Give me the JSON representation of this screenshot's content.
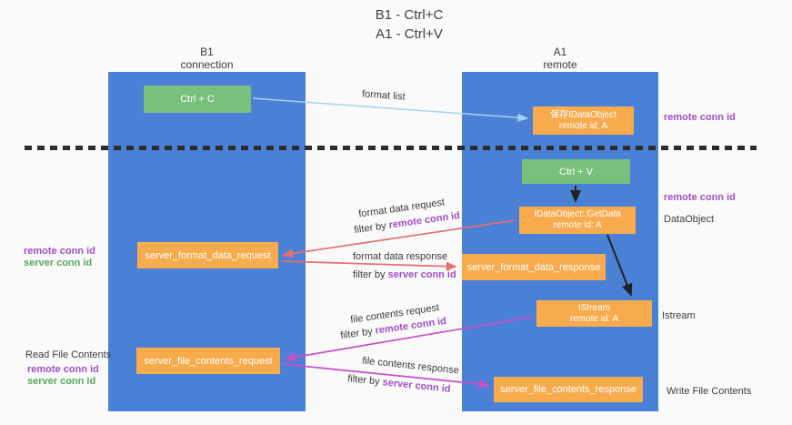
{
  "title": {
    "line1": "B1 - Ctrl+C",
    "line2": "A1 - Ctrl+V"
  },
  "lanes": {
    "left": {
      "name": "B1",
      "role": "connection"
    },
    "right": {
      "name": "A1",
      "role": "remote"
    }
  },
  "nodes": {
    "ctrl_c": {
      "label": "Ctrl + C"
    },
    "save_dataobject": {
      "line1": "保存IDataObject",
      "line2": "remote id: A"
    },
    "ctrl_v": {
      "label": "Ctrl + V"
    },
    "getdata": {
      "line1": "IDataObject::GetData",
      "line2": "remote id: A"
    },
    "istream": {
      "line1": "IStream",
      "line2": "remote id: A"
    },
    "format_request": {
      "label": "server_format_data_request"
    },
    "format_response": {
      "label": "server_format_data_response"
    },
    "file_request": {
      "label": "server_file_contents_request"
    },
    "file_response": {
      "label": "server_file_contents_response"
    }
  },
  "arrow_labels": {
    "format_list": "format list",
    "format_data_request": "format data request",
    "format_data_request_filter_prefix": "filter by ",
    "format_data_request_filter_key": "remote conn id",
    "format_data_response": "format data response",
    "format_data_response_filter_prefix": "filter by ",
    "format_data_response_filter_key": "server conn id",
    "file_contents_request": "file contents request",
    "file_contents_request_filter_prefix": "filter by ",
    "file_contents_request_filter_key": "remote conn id",
    "file_contents_response": "file contents response",
    "file_contents_response_filter_prefix": "filter by ",
    "file_contents_response_filter_key": "server conn id"
  },
  "annotations": {
    "left_format_remote": "remote conn id",
    "left_format_server": "server conn id",
    "read_file": "Read File Contents",
    "left_file_remote": "remote conn id",
    "left_file_server": "server conn id",
    "right_remote_1": "remote conn id",
    "right_remote_2": "remote conn id",
    "dataobject": "DataObject",
    "istream": "Istream",
    "write_file": "Write File Contents"
  },
  "colors": {
    "lane_blue": "#4a80d5",
    "node_orange": "#f8ab4d",
    "node_green": "#77c17c",
    "arrow_light_blue": "#a5d3f0",
    "arrow_red": "#e76f6f",
    "arrow_magenta": "#c94fcb",
    "arrow_black": "#222222",
    "text_purple": "#a24fc8",
    "text_green": "#57a95c"
  }
}
